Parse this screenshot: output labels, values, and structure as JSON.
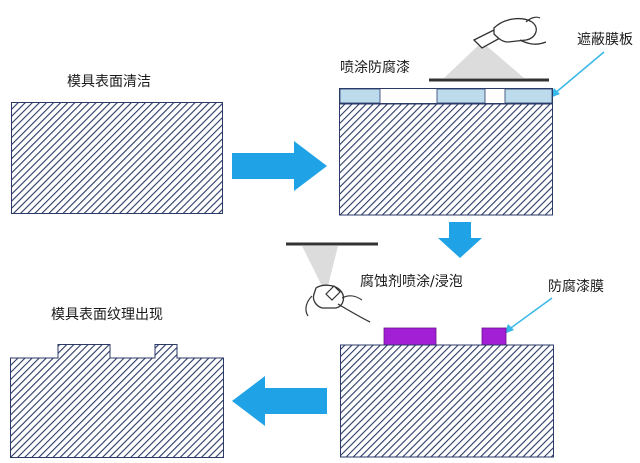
{
  "labels": {
    "step1": "模具表面清洁",
    "step2": "喷涂防腐漆",
    "mask": "遮蔽膜板",
    "step3": "腐蚀剂喷涂/浸泡",
    "coat": "防腐漆膜",
    "step4": "模具表面纹理出现"
  },
  "colors": {
    "hatch": "#2b3a67",
    "arrow": "#1fa3e6",
    "mask_fill": "#bcdcee",
    "coat_fill": "#a21fd6",
    "pointer": "#38b8e8"
  },
  "icons": {
    "spray_top": "hand-spray-gun-icon",
    "spray_bottom": "hand-spray-gun-icon"
  }
}
